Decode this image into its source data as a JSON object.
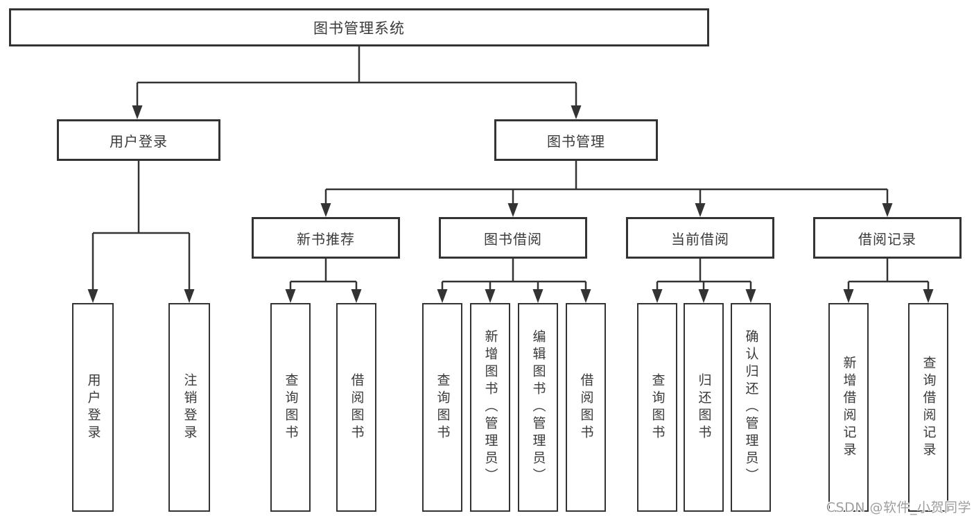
{
  "diagram": {
    "root": {
      "label": "图书管理系统"
    },
    "level2": [
      {
        "label": "用户登录"
      },
      {
        "label": "图书管理"
      }
    ],
    "level3": [
      {
        "label": "新书推荐"
      },
      {
        "label": "图书借阅"
      },
      {
        "label": "当前借阅"
      },
      {
        "label": "借阅记录"
      }
    ],
    "leaves": {
      "user_login": [
        {
          "label": "用户登录"
        },
        {
          "label": "注销登录"
        }
      ],
      "new_book": [
        {
          "label": "查询图书"
        },
        {
          "label": "借阅图书"
        }
      ],
      "book_borrow": [
        {
          "label": "查询图书"
        },
        {
          "label": "新增图书（管理员）"
        },
        {
          "label": "编辑图书（管理员）"
        },
        {
          "label": "借阅图书"
        }
      ],
      "current_borrow": [
        {
          "label": "查询图书"
        },
        {
          "label": "归还图书"
        },
        {
          "label": "确认归还（管理员）"
        }
      ],
      "borrow_record": [
        {
          "label": "新增借阅记录"
        },
        {
          "label": "查询借阅记录"
        }
      ]
    },
    "watermark": "CSDN @软件_小贺同学",
    "colors": {
      "line": "#333333",
      "box_border": "#333333",
      "box_fill": "#ffffff",
      "text": "#3a3a3a",
      "watermark": "#9e9e9e"
    }
  }
}
